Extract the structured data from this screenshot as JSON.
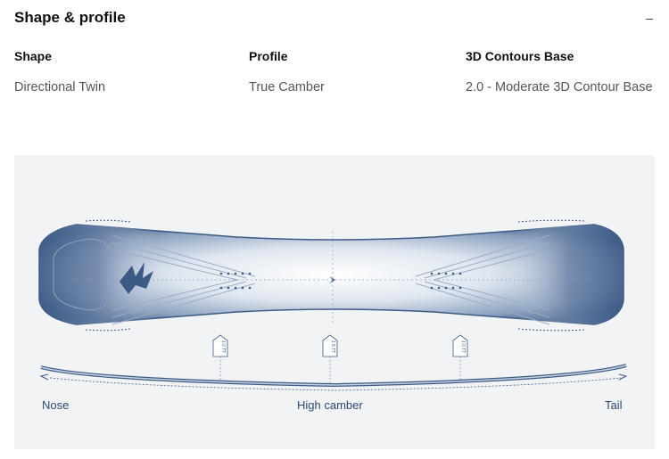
{
  "section": {
    "title": "Shape & profile",
    "collapse_label": "–"
  },
  "specs": [
    {
      "label": "Shape",
      "value": "Directional Twin"
    },
    {
      "label": "Profile",
      "value": "True Camber"
    },
    {
      "label": "3D Contours Base",
      "value": "2.0 - Moderate 3D Contour Base"
    }
  ],
  "diagram": {
    "stance_tags": [
      "1.0 TT",
      "1.5 TT",
      "1.0 TT"
    ],
    "profile_labels": {
      "nose": "Nose",
      "middle": "High camber",
      "tail": "Tail"
    },
    "colors": {
      "board": "#3c5a86",
      "panel": "#f1f3f5",
      "label": "#2d4a73"
    }
  }
}
